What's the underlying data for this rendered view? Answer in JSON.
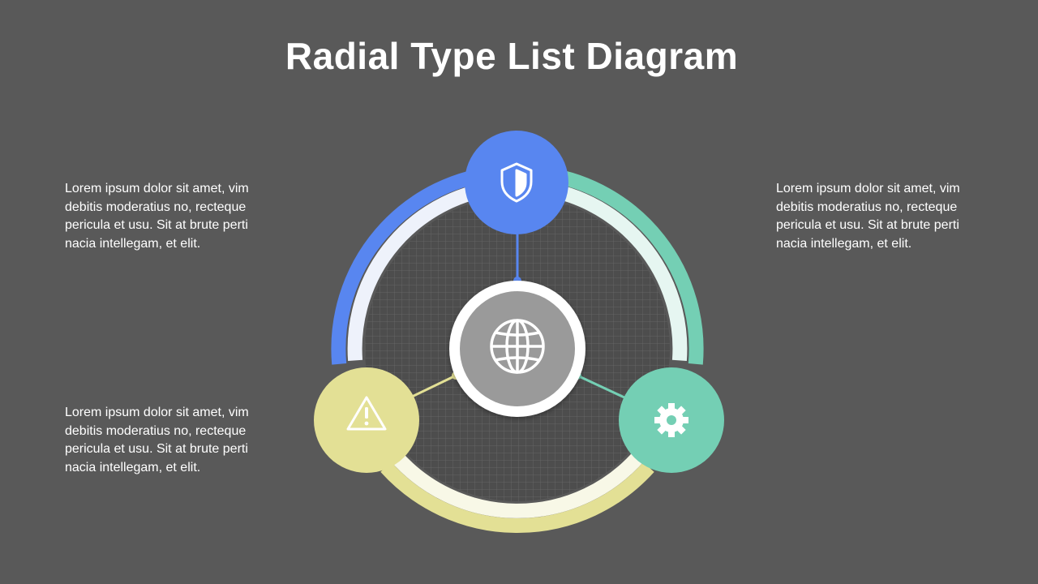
{
  "title": "Radial Type List Diagram",
  "items": [
    {
      "text": "Lorem ipsum dolor sit amet, vim debitis moderatius no, recteque pericula et usu. Sit at brute perti nacia intellegam, et elit.",
      "icon": "shield-icon",
      "color": "#5886f0"
    },
    {
      "text": "Lorem ipsum dolor sit amet, vim debitis moderatius no, recteque pericula et usu. Sit at brute perti nacia intellegam, et elit.",
      "icon": "gear-icon",
      "color": "#74cfb4"
    },
    {
      "text": "Lorem ipsum dolor sit amet, vim debitis moderatius no, recteque pericula et usu. Sit at brute perti nacia intellegam, et elit.",
      "icon": "warning-icon",
      "color": "#e3e095"
    }
  ],
  "center": {
    "icon": "globe-icon",
    "color": "#9a9a9a"
  },
  "colors": {
    "background": "#595959",
    "grid": "#4a4a4a"
  }
}
